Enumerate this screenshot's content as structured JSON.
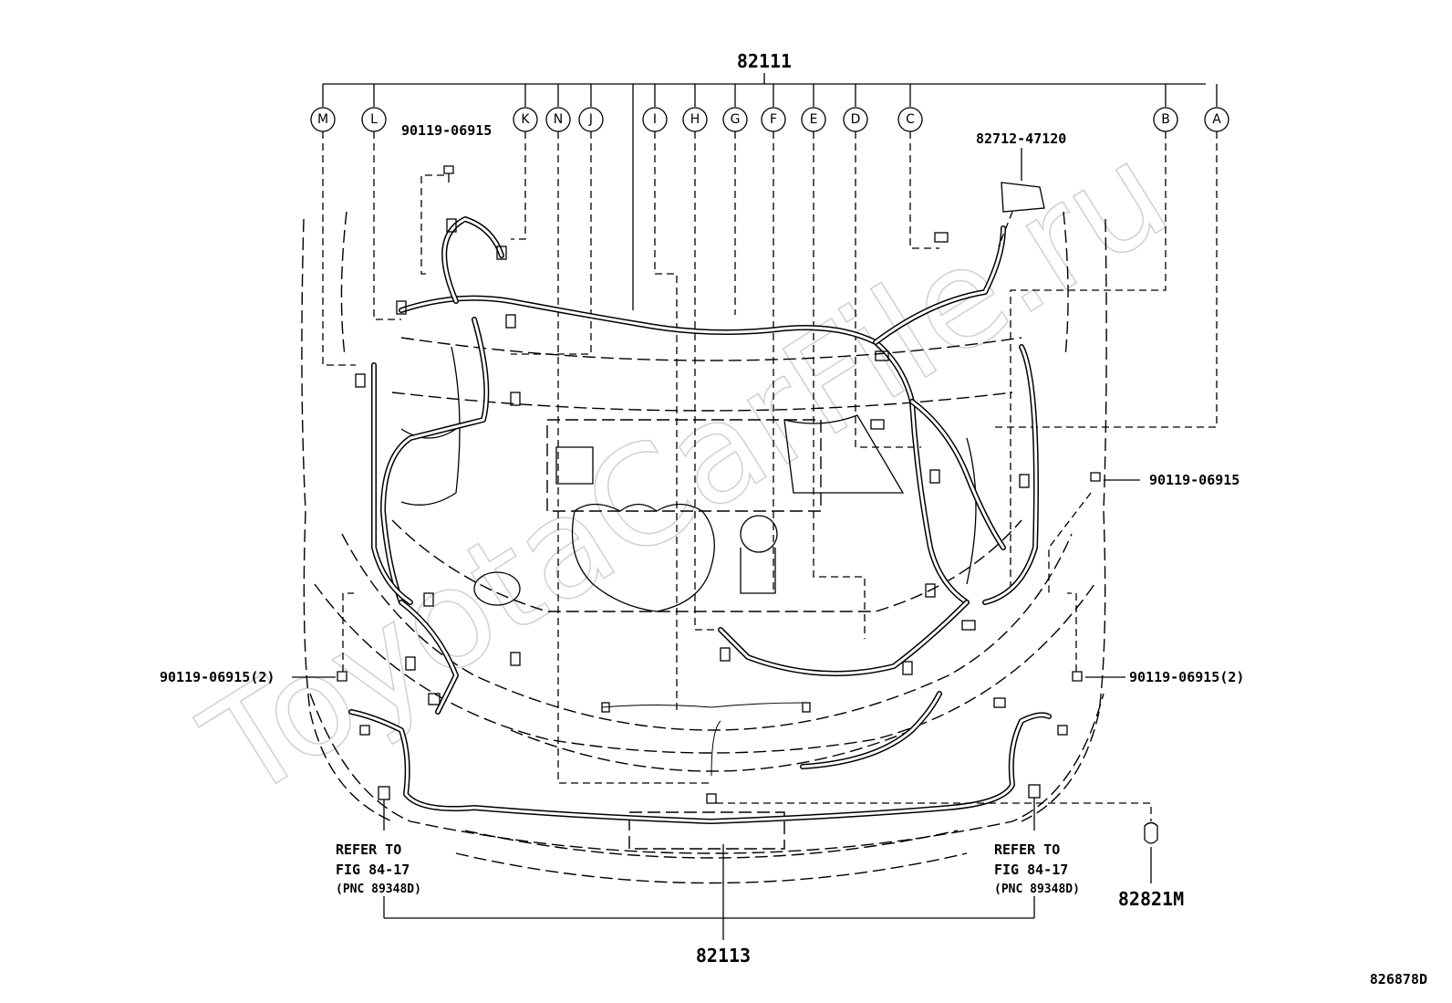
{
  "watermark": "ToyotaCarFile.ru",
  "main_harness_part": "82111",
  "bumper_harness_part": "82113",
  "callouts": [
    "M",
    "L",
    "K",
    "N",
    "J",
    "I",
    "H",
    "G",
    "F",
    "E",
    "D",
    "C",
    "B",
    "A"
  ],
  "labels": {
    "bolt_top_left": "90119-06915",
    "bracket_top_right": "82712-47120",
    "bolt_right": "90119-06915",
    "bolt_left_pair": "90119-06915(2)",
    "bolt_right_pair": "90119-06915(2)",
    "sensor_part": "82821M"
  },
  "refer_left": {
    "line1": "REFER TO",
    "line2": "FIG 84-17",
    "line3": "(PNC 89348D)"
  },
  "refer_right": {
    "line1": "REFER TO",
    "line2": "FIG 84-17",
    "line3": "(PNC 89348D)"
  },
  "drawing_code": "826878D"
}
